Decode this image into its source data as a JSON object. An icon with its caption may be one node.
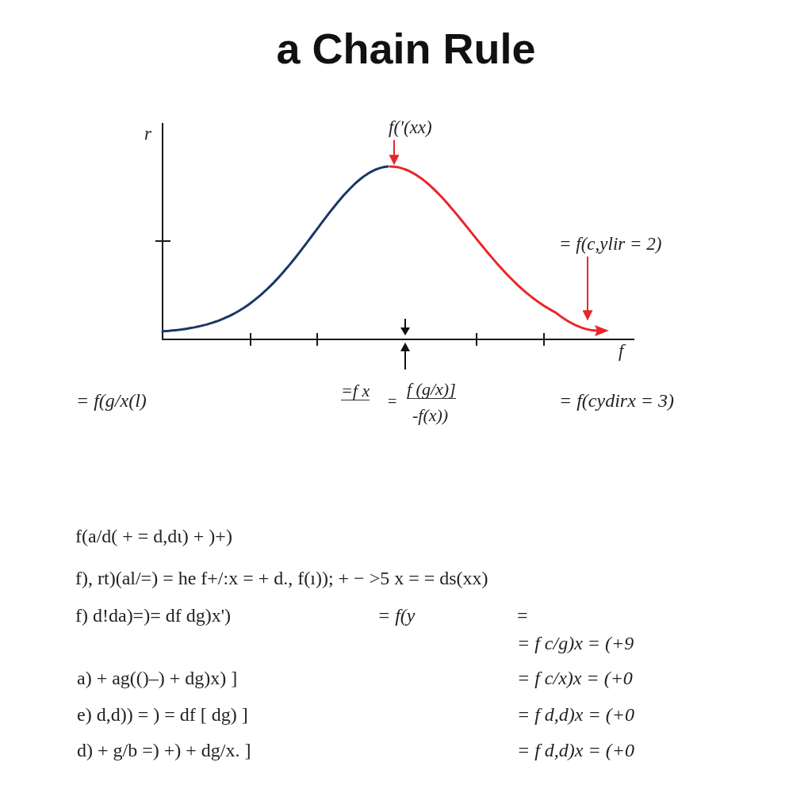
{
  "diagram": {
    "title": "a Chain Rule",
    "nodes": [
      {
        "text": [
          "f('(xx)"
        ]
      },
      {
        "text": [],
        "shape": "curve"
      },
      {
        "text": [
          "= f(c,ylir = 2)"
        ]
      }
    ],
    "edges": [
      {
        "from": 0,
        "to": 1,
        "arrow": "to",
        "color": "#e8262a"
      },
      {
        "from": 2,
        "to": 1,
        "arrow": "to",
        "color": "#e8262a"
      }
    ],
    "labels": [
      "r",
      "f",
      "= f(g/x(l)",
      "=f x",
      "=",
      "f (g/x)]",
      "-f(x))",
      "= f(cydirx = 3)",
      "f(a/d( + = d,dι) + )+)",
      "f), rt)(al/=) = he f+/:x = + d., f(ı)); + − >5 x = = ds(xx)",
      "f) d!da)=)= df dg)x')",
      "= f(y",
      "=",
      "= f c/g)x = (+9",
      "a) + ag(()–) + dg)x) ]",
      "= f c/x)x = (+0",
      "e) d,d)) = ) = df [ dg) ]",
      "= f d,d)x = (+0",
      "d) + g/b =) +) + dg/x. ]",
      "= f d,d)x = (+0"
    ]
  }
}
